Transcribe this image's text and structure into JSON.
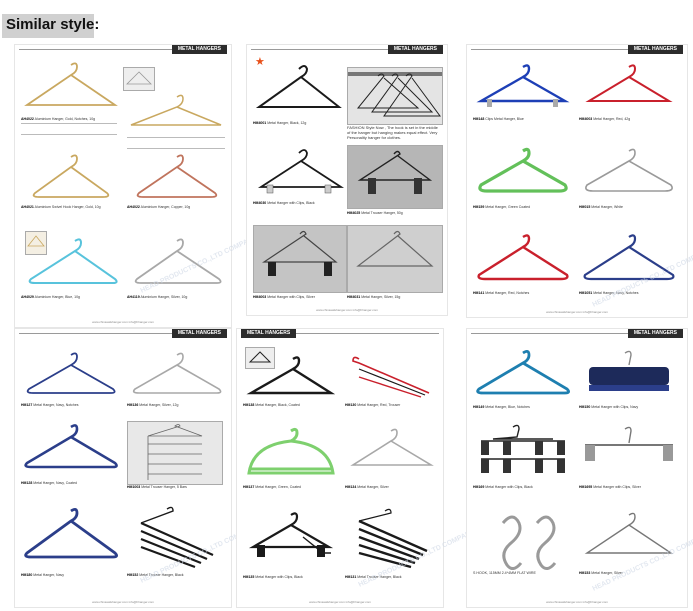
{
  "title": "Similar style:",
  "header_label": "METAL HANGERS",
  "watermark": "HEAD PRODUCTS CO.,LTD COMPANY",
  "footer": "www.chinasafehanger.com   info@hhanger.com",
  "panel_b_desc": "FASHION Style Now , The hook is set in the middle of the hanger but hanging makes equal effect. Very Personality hanger for clothes.",
  "panel_f_caption": "S HOOK, 115MM 2.4*4MM FLAT WIRE",
  "colors": {
    "gold": "#c9a860",
    "copper": "#c0745d",
    "cyan": "#58c3dc",
    "silver": "#a8a8a8",
    "black": "#1a1a1a",
    "navy": "#2b3e8a",
    "blue": "#1d3fb6",
    "red": "#c9202c",
    "green": "#63c05a",
    "teal": "#1e7fb0",
    "lime": "#7ed06e",
    "pink": "#d54050"
  },
  "panels": [
    {
      "items": [
        {
          "code": "AH4022",
          "desc": "Aluminium Hanger, Gold, Notches, 10g"
        },
        {
          "code": "",
          "desc": ""
        },
        {
          "code": "AH4021",
          "desc": "Aluminium Swivel Hook Hanger, Gold, 10g"
        },
        {
          "code": "AH4022",
          "desc": "Aluminium Hanger, Copper, 10g"
        },
        {
          "code": "AH4029",
          "desc": "Aluminium Hanger, Blue, 10g"
        },
        {
          "code": "AH4119",
          "desc": "Aluminium Hanger, Silver, 10g"
        }
      ]
    },
    {
      "items": [
        {
          "code": "HM4001",
          "desc": "Metal Hanger, Black, 12g"
        },
        {
          "code": "HM4030",
          "desc": "Metal Hanger with Clips, Black"
        },
        {
          "code": "HM4025",
          "desc": "Metal Trouser Hanger, 50g"
        },
        {
          "code": "HM4003",
          "desc": "Metal Hanger with Clips, Silver"
        },
        {
          "code": "HM4031",
          "desc": "Metal Hanger, Silver, 15g"
        }
      ]
    },
    {
      "items": [
        {
          "code": "HM148",
          "desc": "Clips Metal Hanger, Blue"
        },
        {
          "code": "HM4003",
          "desc": "Metal Hanger, Red, 42g"
        },
        {
          "code": "HM159",
          "desc": "Metal Hanger, Green Coated"
        },
        {
          "code": "HM015",
          "desc": "Metal Hanger, White"
        },
        {
          "code": "HM141",
          "desc": "Metal Hanger, Red, Notches"
        },
        {
          "code": "HM1051",
          "desc": "Metal Hanger, Navy, Notches"
        }
      ]
    },
    {
      "items": [
        {
          "code": "HM127",
          "desc": "Metal Hanger, Navy, Notches"
        },
        {
          "code": "HM136",
          "desc": "Metal Hanger, Silver, 12g"
        },
        {
          "code": "HM128",
          "desc": "Metal Hanger, Navy, Coated"
        },
        {
          "code": "HM1003",
          "desc": "Metal Trouser Hanger, 5 Bars"
        },
        {
          "code": "HM180",
          "desc": "Metal Hanger, Navy"
        },
        {
          "code": "HM152",
          "desc": "Metal Trouser Hanger, Black"
        }
      ]
    },
    {
      "items": [
        {
          "code": "HM138",
          "desc": "Metal Hanger, Black, Coated"
        },
        {
          "code": "HM130",
          "desc": "Metal Hanger, Red, Trouser"
        },
        {
          "code": "HM137",
          "desc": "Metal Hanger, Green, Coated"
        },
        {
          "code": "HM134",
          "desc": "Metal Hanger, Silver"
        },
        {
          "code": "HM135",
          "desc": "Metal Hanger with Clips, Black"
        },
        {
          "code": "HM131",
          "desc": "Metal Trouser Hanger, Black"
        }
      ]
    },
    {
      "items": [
        {
          "code": "HM149",
          "desc": "Metal Hanger, Blue, Notches"
        },
        {
          "code": "HM150",
          "desc": "Metal Hanger with Clips, Navy"
        },
        {
          "code": "HM169",
          "desc": "Metal Hanger with Clips, Black"
        },
        {
          "code": "HM1695",
          "desc": "Metal Hanger with Clips, Silver"
        },
        {
          "code": "HM153",
          "desc": "Metal Hanger, Silver"
        }
      ]
    }
  ]
}
